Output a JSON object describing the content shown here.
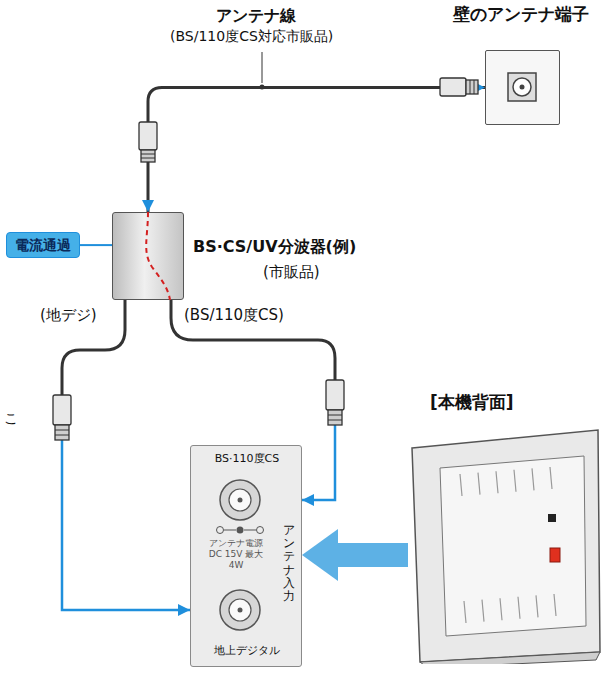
{
  "diagram": {
    "nodes": [
      {
        "text": [
          "壁のアンテナ端子"
        ]
      },
      {
        "text": [
          "BS·CS/UV分波器(例)",
          "(市販品)"
        ]
      },
      {
        "text": [
          "電流通過"
        ]
      },
      {
        "text": [
          "BS·110度CS",
          "アンテナ入力",
          "アンテナ電源 DC 15V 最大 4W",
          "地上デジタル"
        ]
      },
      {
        "text": [
          "[本機背面]"
        ]
      }
    ],
    "edges": [
      {
        "from": 0,
        "to": 1,
        "arrow": "both",
        "label": "アンテナ線"
      },
      {
        "from": 2,
        "to": 1,
        "arrow": "none"
      },
      {
        "from": 1,
        "to": 3,
        "arrow": "to",
        "label": "(地デジ)"
      },
      {
        "from": 1,
        "to": 3,
        "arrow": "to",
        "label": "(BS/110度CS)"
      },
      {
        "from": 4,
        "to": 3,
        "arrow": "to"
      }
    ],
    "labels": [
      "(BS/110度CS対応市販品)",
      "こ"
    ]
  }
}
